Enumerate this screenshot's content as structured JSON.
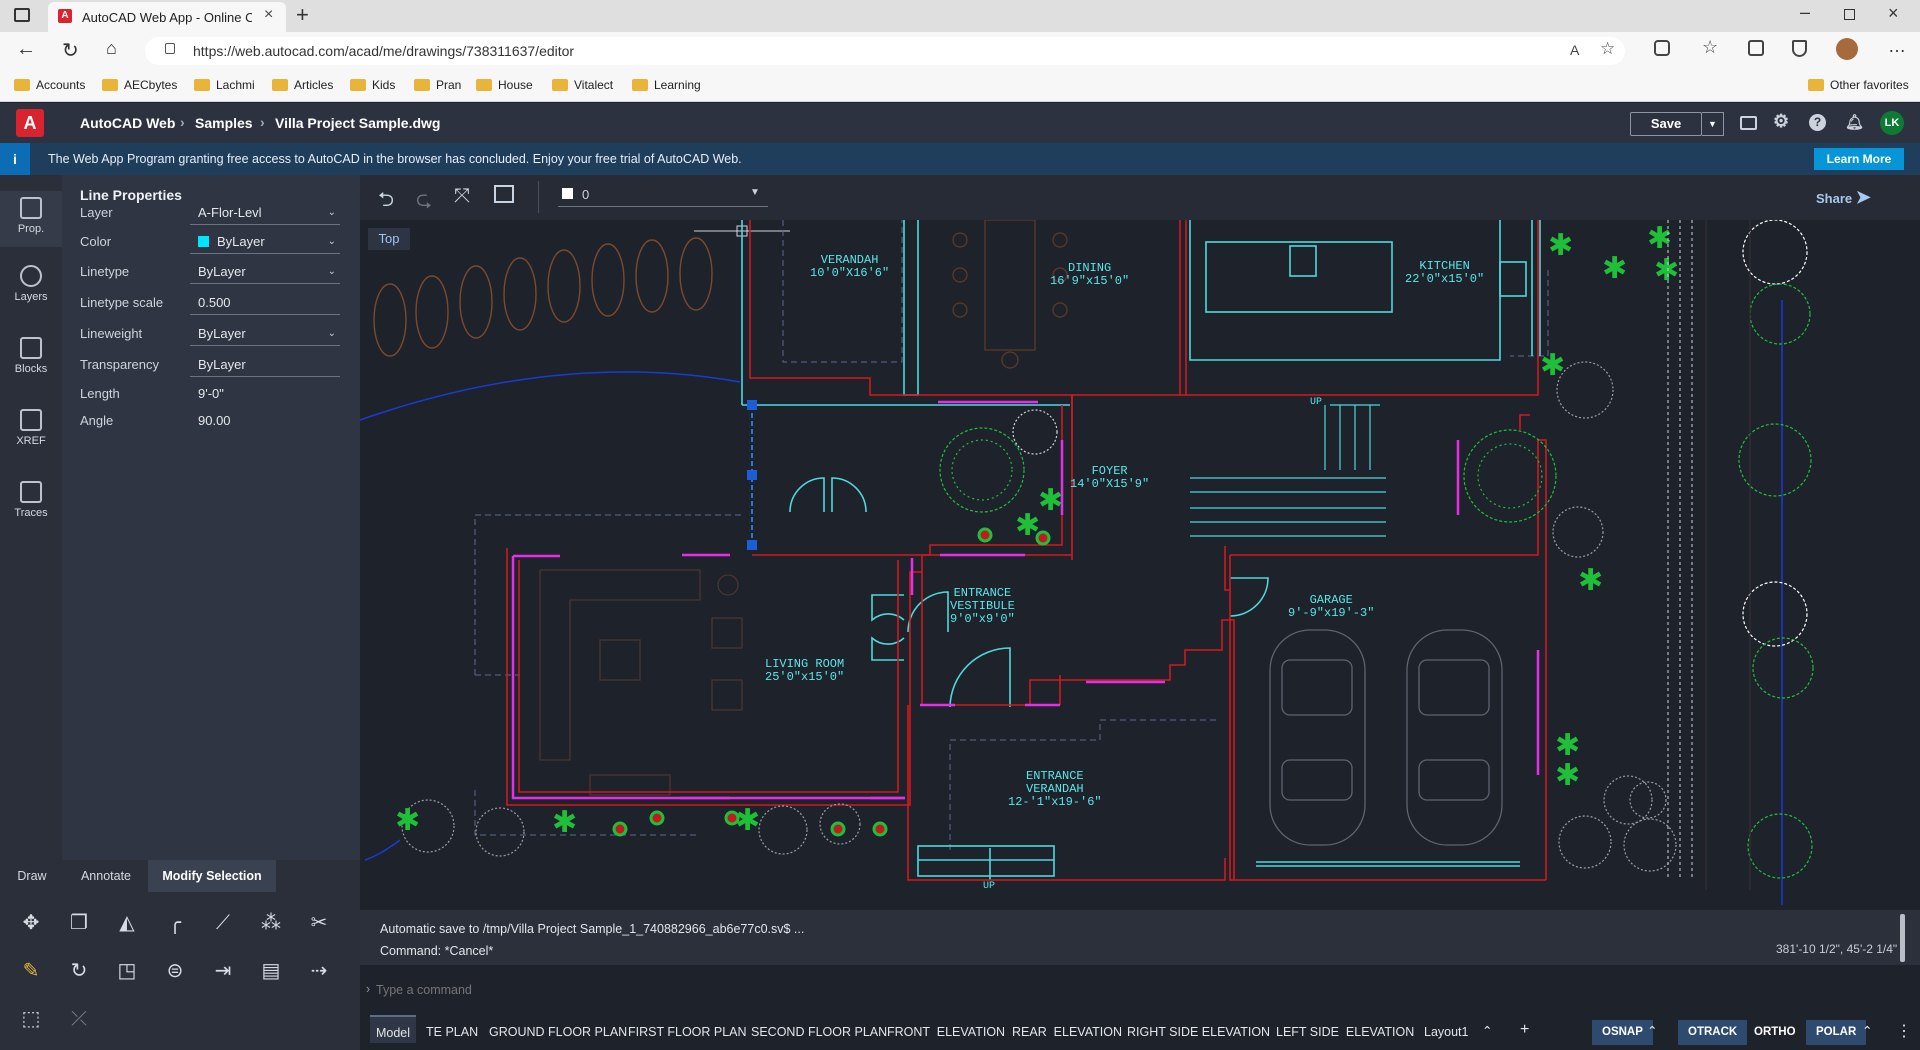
{
  "browser": {
    "tab_title": "AutoCAD Web App - Online CAD",
    "url": "https://web.autocad.com/acad/me/drawings/738311637/editor",
    "favorites": [
      "Accounts",
      "AECbytes",
      "Lachmi",
      "Articles",
      "Kids",
      "Pran",
      "House",
      "Vitalect",
      "Learning"
    ],
    "other_favorites": "Other favorites",
    "reader_label": "A"
  },
  "app": {
    "logo": "A",
    "breadcrumb": [
      "AutoCAD Web",
      "Samples",
      "Villa Project Sample.dwg"
    ],
    "save_label": "Save",
    "user_initials": "LK",
    "info_text": "The Web App Program granting free access to AutoCAD in the browser has concluded. Enjoy your free trial of AutoCAD Web.",
    "learn_more": "Learn More"
  },
  "rail": [
    "Prop.",
    "Layers",
    "Blocks",
    "XREF",
    "Traces"
  ],
  "properties": {
    "title": "Line Properties",
    "rows": [
      {
        "label": "Layer",
        "value": "A-Flor-Levl",
        "dropdown": true
      },
      {
        "label": "Color",
        "value": "ByLayer",
        "dropdown": true,
        "swatch": "#00e5ff"
      },
      {
        "label": "Linetype",
        "value": "ByLayer",
        "dropdown": true
      },
      {
        "label": "Linetype scale",
        "value": "0.500",
        "dropdown": false
      },
      {
        "label": "Lineweight",
        "value": "ByLayer",
        "dropdown": true
      },
      {
        "label": "Transparency",
        "value": "ByLayer",
        "dropdown": false
      },
      {
        "label": "Length",
        "value": "9'-0\"",
        "dropdown": false
      },
      {
        "label": "Angle",
        "value": "90.00",
        "dropdown": false
      }
    ]
  },
  "toolpanel": {
    "tabs": [
      "Draw",
      "Annotate",
      "Modify Selection"
    ],
    "active_tab": "Modify Selection"
  },
  "canvas_toolbar": {
    "layer_value": "0",
    "share_label": "Share",
    "view_label": "Top"
  },
  "drawing_labels": [
    {
      "id": "verandah",
      "text": "VERANDAH\n10'0\"X16'6\""
    },
    {
      "id": "dining",
      "text": "DINING\n16'9\"x15'0\""
    },
    {
      "id": "kitchen",
      "text": "KITCHEN\n22'0\"x15'0\""
    },
    {
      "id": "foyer",
      "text": "FOYER\n14'0\"X15'9\""
    },
    {
      "id": "entrance-vestibule",
      "text": "ENTRANCE\nVESTIBULE\n9'0\"x9'0\""
    },
    {
      "id": "living-room",
      "text": "LIVING ROOM\n25'0\"x15'0\""
    },
    {
      "id": "garage",
      "text": "GARAGE\n9'-9\"x19'-3\""
    },
    {
      "id": "entrance-verandah",
      "text": "ENTRANCE\nVERANDAH\n12-'1\"x19-'6\""
    },
    {
      "id": "up-stair",
      "text": "UP"
    },
    {
      "id": "up-stair-2",
      "text": "UP"
    }
  ],
  "command": {
    "history_1": "Automatic save to /tmp/Villa Project Sample_1_740882966_ab6e77c0.sv$ ...",
    "history_2": "Command: *Cancel*",
    "placeholder": "Type a command",
    "coords": "381'-10 1/2\", 45'-2 1/4\""
  },
  "layout_tabs": [
    "Model",
    "TE PLAN",
    "GROUND FLOOR PLAN",
    "FIRST FLOOR PLAN",
    "SECOND FLOOR PLAN",
    "FRONT  ELEVATION",
    "REAR  ELEVATION",
    "RIGHT SIDE ELEVATION",
    "LEFT SIDE  ELEVATION",
    "Layout1"
  ],
  "status_buttons": [
    "OSNAP",
    "OTRACK",
    "ORTHO",
    "POLAR"
  ],
  "colors": {
    "accent": "#0696d7",
    "wall": "#e0191f",
    "cyan": "#58e7ea",
    "magenta": "#e62ee6",
    "tree": "#1fbf3a"
  }
}
